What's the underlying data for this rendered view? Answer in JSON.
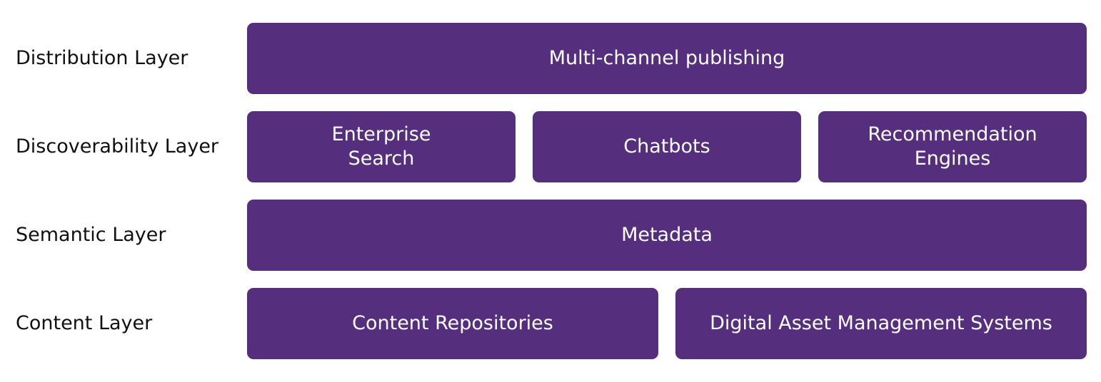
{
  "accent_color": "#552f7e",
  "layers": [
    {
      "label": "Distribution Layer",
      "boxes": [
        {
          "lines": [
            "Multi-channel publishing"
          ]
        }
      ]
    },
    {
      "label": "Discoverability Layer",
      "boxes": [
        {
          "lines": [
            "Enterprise",
            "Search"
          ]
        },
        {
          "lines": [
            "Chatbots"
          ]
        },
        {
          "lines": [
            "Recommendation",
            "Engines"
          ]
        }
      ]
    },
    {
      "label": "Semantic Layer",
      "boxes": [
        {
          "lines": [
            "Metadata"
          ]
        }
      ]
    },
    {
      "label": "Content Layer",
      "boxes": [
        {
          "lines": [
            "Content Repositories"
          ]
        },
        {
          "lines": [
            "Digital Asset Management Systems"
          ]
        }
      ]
    }
  ]
}
